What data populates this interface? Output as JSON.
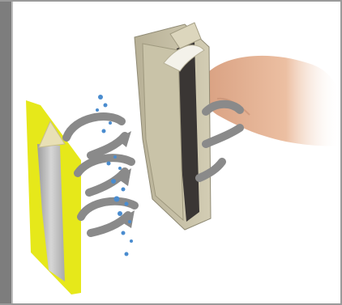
{
  "image": {
    "description_free": true,
    "elements": [
      "yellow-gray-strip",
      "swirl-arrows",
      "water-droplets",
      "folded-paper-stack",
      "hand"
    ]
  },
  "colors": {
    "frame": "#7d7d7d",
    "strip_yellow": "#e6e81a",
    "strip_gray": "#b8b8b8",
    "arrow_gray": "#8a8a8a",
    "droplet_blue": "#4a8ccf",
    "paper_beige": "#c7c1a6",
    "paper_dark": "#3a3634",
    "skin": "#e9b99b"
  }
}
